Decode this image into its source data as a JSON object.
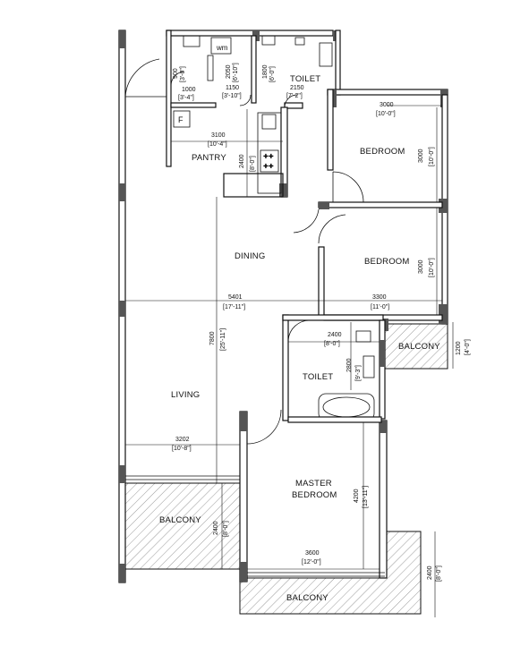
{
  "rooms": {
    "pantry": "PANTRY",
    "toilet_top": "TOILET",
    "bedroom_top": "BEDROOM",
    "bedroom_mid": "BEDROOM",
    "dining": "DINING",
    "living": "LIVING",
    "toilet_mid": "TOILET",
    "master_line1": "MASTER",
    "master_line2": "BEDROOM",
    "balcony_right": "BALCONY",
    "balcony_left": "BALCONY",
    "balcony_bottom": "BALCONY"
  },
  "fixtures": {
    "wm": "wm",
    "fridge": "F"
  },
  "dimensions": {
    "d900": "900",
    "d900_imp": "[3'-0\"]",
    "d2050": "2050",
    "d2050_imp": "[6'-10\"]",
    "d1800": "1800",
    "d1800_imp": "[6'-0\"]",
    "d1000": "1000",
    "d1000_imp": "[3'-4\"]",
    "d1150": "1150",
    "d1150_imp": "[3'-10\"]",
    "d2150": "2150",
    "d2150_imp": "[7'-2\"]",
    "d3000_h": "3000",
    "d3000_h_imp": "[10'-0\"]",
    "d3100": "3100",
    "d3100_imp": "[10'-4\"]",
    "d2400_pantry": "2400",
    "d2400_pantry_imp": "[8'-0\"]",
    "d3000_v1": "3000",
    "d3000_v1_imp": "[10'-0\"]",
    "d3000_v2": "3000",
    "d3000_v2_imp": "[10'-0\"]",
    "d5401": "5401",
    "d5401_imp": "[17'-11\"]",
    "d3300": "3300",
    "d3300_imp": "[11'-0\"]",
    "d7800": "7800",
    "d7800_imp": "[25'-11\"]",
    "d2400_toilet": "2400",
    "d2400_toilet_imp": "[8'-0\"]",
    "d2800": "2800",
    "d2800_imp": "[9'-3\"]",
    "d1200": "1200",
    "d1200_imp": "[4'-0\"]",
    "d3202": "3202",
    "d3202_imp": "[10'-8\"]",
    "d4200": "4200",
    "d4200_imp": "[13'-11\"]",
    "d2400_bal": "2400",
    "d2400_bal_imp": "[8'-0\"]",
    "d3600": "3600",
    "d3600_imp": "[12'-0\"]",
    "d2400_bal_r": "2400",
    "d2400_bal_r_imp": "[8'-0\"]"
  }
}
